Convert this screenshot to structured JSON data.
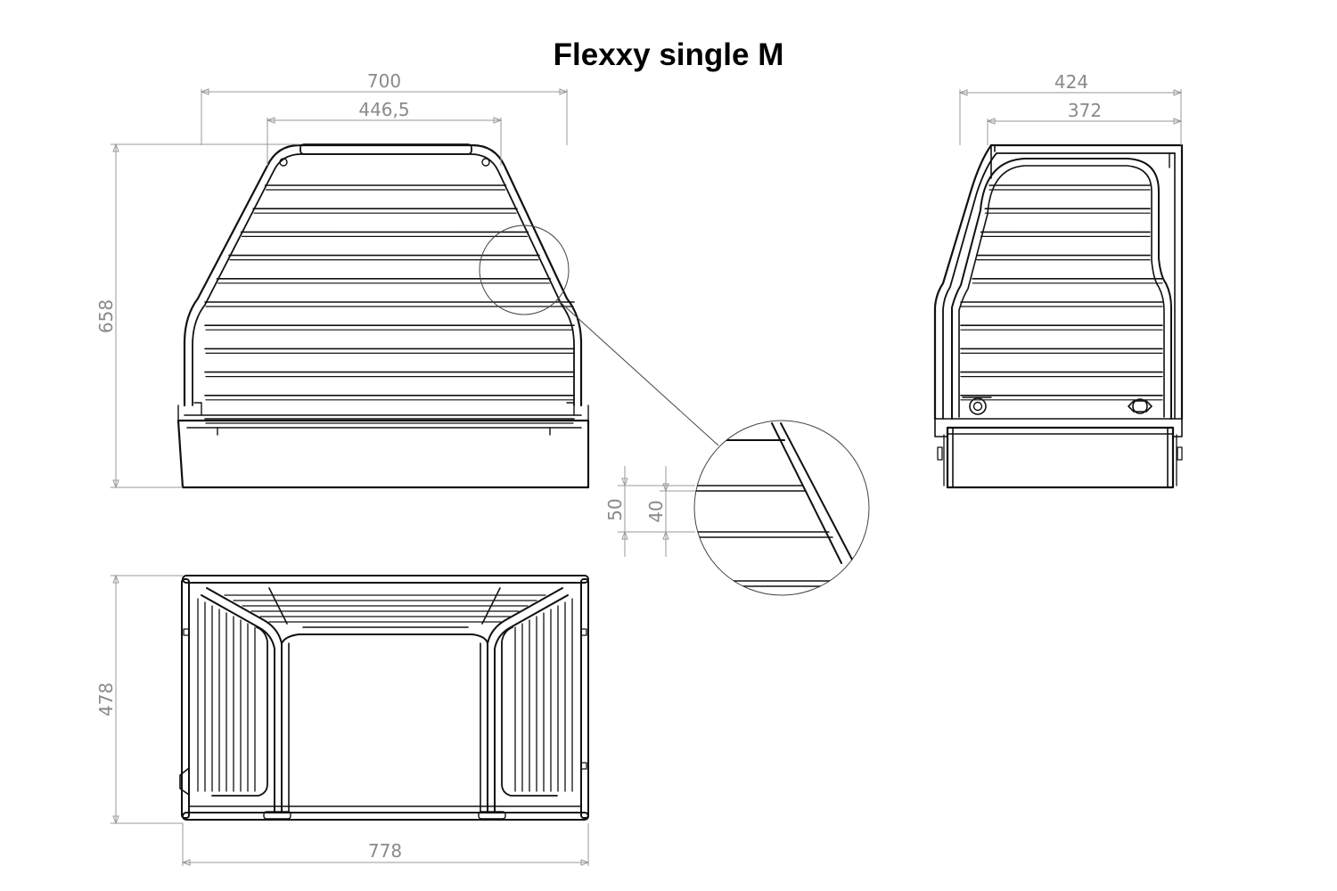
{
  "title": "Flexxy single M",
  "dimensions": {
    "front_width_outer": "700",
    "front_width_top": "446,5",
    "front_height": "658",
    "side_width_outer": "424",
    "side_width_inner": "372",
    "detail_pitch": "50",
    "detail_gap": "40",
    "top_depth": "478",
    "top_width": "778"
  },
  "views": [
    "front-view",
    "side-view",
    "top-view",
    "detail-view"
  ],
  "colors": {
    "line": "#111111",
    "dimension": "#9a9a9a"
  }
}
